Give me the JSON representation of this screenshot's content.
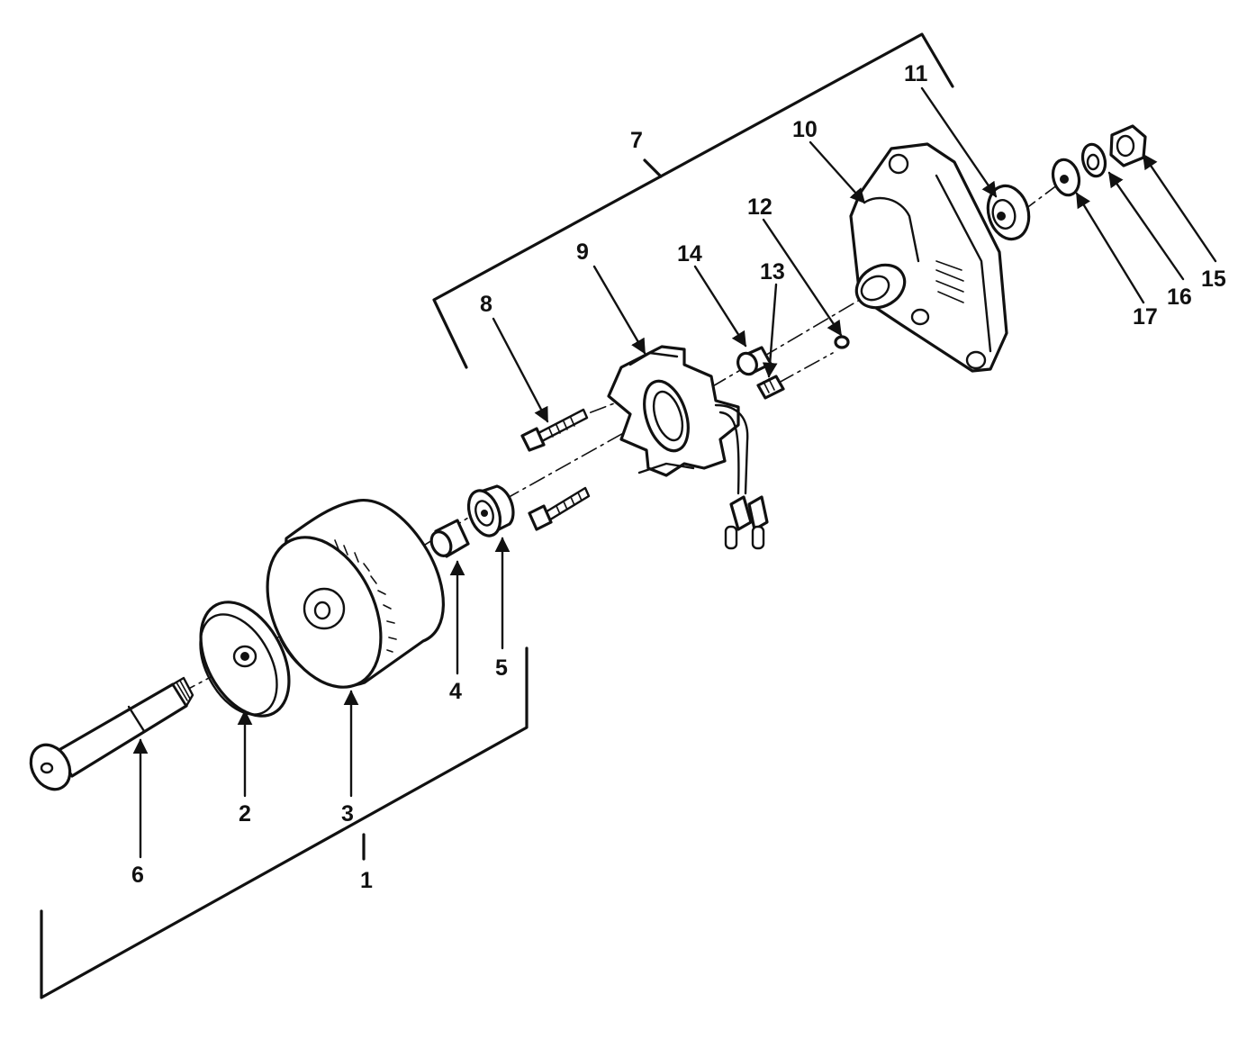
{
  "diagram": {
    "colors": {
      "ink": "#111111",
      "paper": "#ffffff"
    },
    "callouts": {
      "c1": "1",
      "c2": "2",
      "c3": "3",
      "c4": "4",
      "c5": "5",
      "c6": "6",
      "c7": "7",
      "c8": "8",
      "c9": "9",
      "c10": "10",
      "c11": "11",
      "c12": "12",
      "c13": "13",
      "c14": "14",
      "c15": "15",
      "c16": "16",
      "c17": "17"
    }
  }
}
